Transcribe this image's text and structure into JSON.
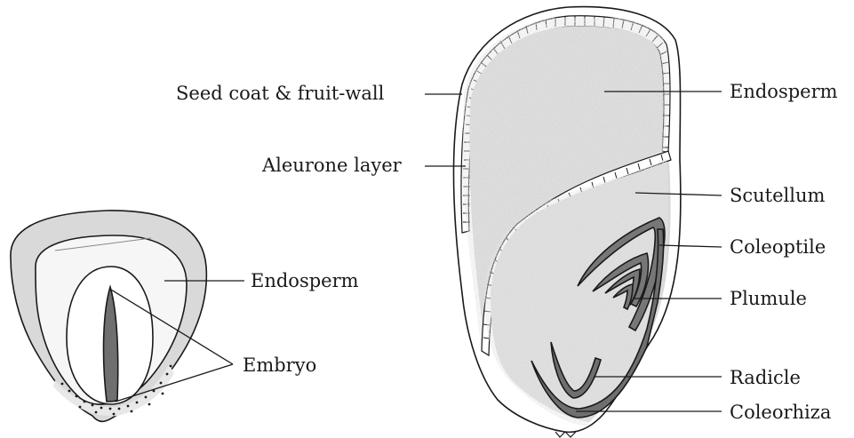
{
  "left_diagram": {
    "labels": {
      "endosperm": "Endosperm",
      "embryo": "Embryo"
    }
  },
  "right_diagram": {
    "labels": {
      "seed_coat": "Seed coat & fruit-wall",
      "aleurone": "Aleurone layer",
      "endosperm": "Endosperm",
      "scutellum": "Scutellum",
      "coleoptile": "Coleoptile",
      "plumule": "Plumule",
      "radicle": "Radicle",
      "coleorhiza": "Coleorhiza"
    }
  },
  "colors": {
    "line": "#1a1a1a",
    "outer_ring": "#d9d9d9",
    "inner_fill": "#f3f3f3",
    "endosperm_texture": "#cfcfcf",
    "embryo_dark": "#6f6f6f"
  }
}
